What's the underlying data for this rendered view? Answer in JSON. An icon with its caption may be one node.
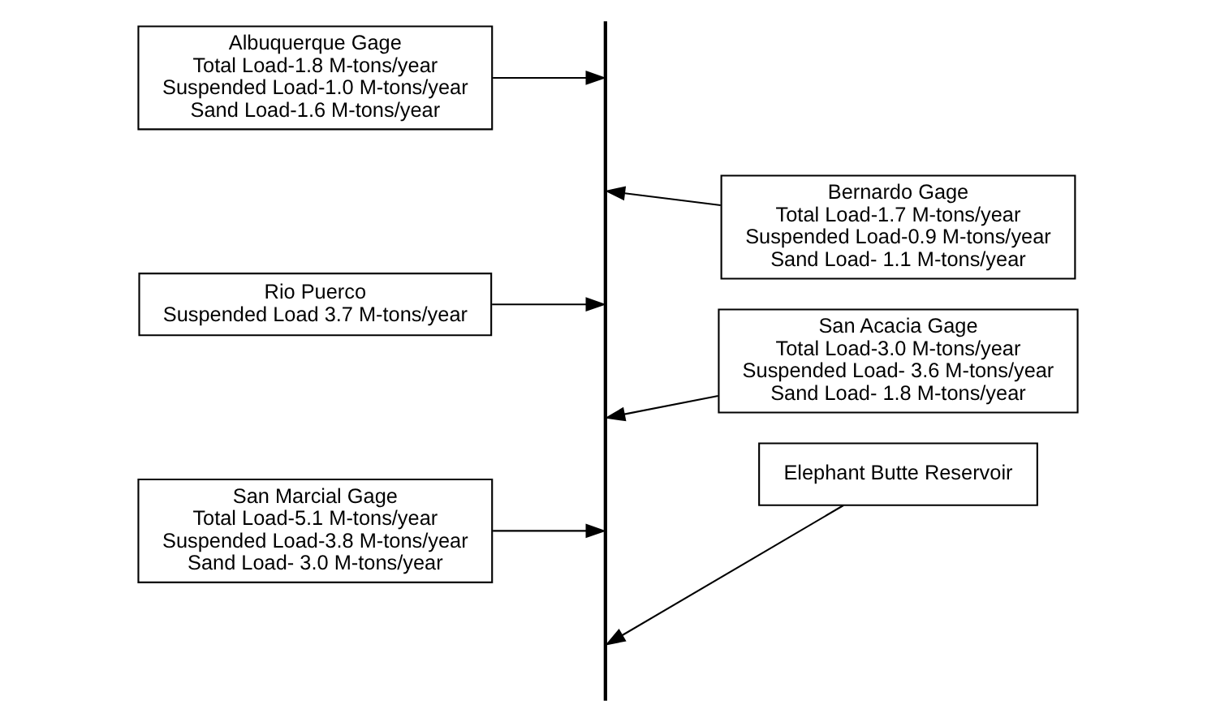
{
  "diagram": {
    "nodes": [
      {
        "text": [
          "Albuquerque Gage",
          "Total Load-1.8 M-tons/year",
          "Suspended Load-1.0 M-tons/year",
          "Sand Load-1.6 M-tons/year"
        ]
      },
      {
        "text": [
          "Bernardo Gage",
          "Total Load-1.7 M-tons/year",
          "Suspended Load-0.9 M-tons/year",
          "Sand Load- 1.1 M-tons/year"
        ]
      },
      {
        "text": [
          "Rio Puerco",
          "Suspended Load 3.7 M-tons/year"
        ]
      },
      {
        "text": [
          "San Acacia Gage",
          "Total Load-3.0 M-tons/year",
          "Suspended Load- 3.6 M-tons/year",
          "Sand Load- 1.8 M-tons/year"
        ]
      },
      {
        "text": [
          "San Marcial Gage",
          "Total Load-5.1 M-tons/year",
          "Suspended Load-3.8 M-tons/year",
          "Sand Load- 3.0 M-tons/year"
        ]
      },
      {
        "text": [
          "Elephant Butte Reservoir"
        ]
      },
      {
        "text": [],
        "shape": "line"
      }
    ],
    "edges": [
      {
        "from": 0,
        "to": 6,
        "arrow": "to"
      },
      {
        "from": 1,
        "to": 6,
        "arrow": "to"
      },
      {
        "from": 2,
        "to": 6,
        "arrow": "to"
      },
      {
        "from": 3,
        "to": 6,
        "arrow": "to"
      },
      {
        "from": 4,
        "to": 6,
        "arrow": "to"
      },
      {
        "from": 5,
        "to": 6,
        "arrow": "to"
      }
    ]
  }
}
